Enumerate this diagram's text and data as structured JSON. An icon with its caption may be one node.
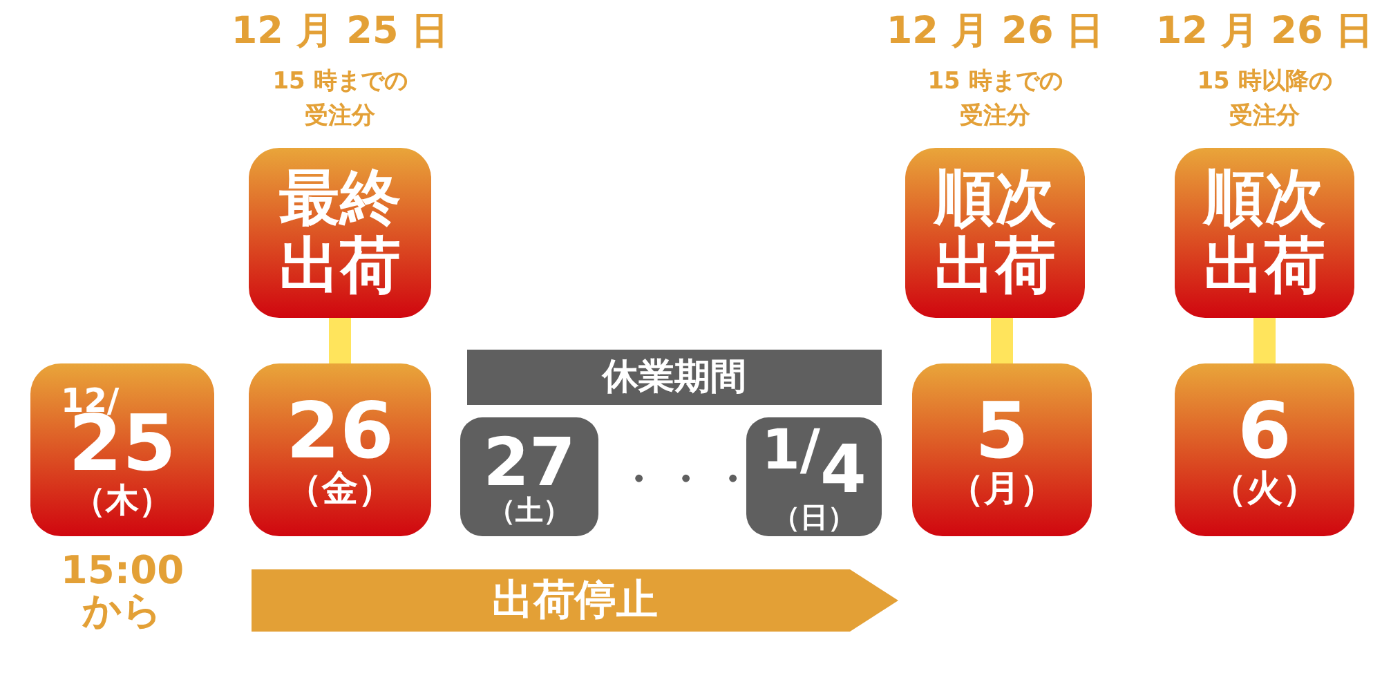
{
  "diagram": {
    "nodes": [
      {
        "text": [
          "12/",
          "25",
          "（木）"
        ],
        "beside": [
          "15:00 から"
        ]
      },
      {
        "text": [
          "最終出荷"
        ],
        "beside": [
          "12 月 25 日",
          "15 時までの受注分"
        ]
      },
      {
        "text": [
          "26",
          "（金）"
        ]
      },
      {
        "text": [
          "休業期間"
        ]
      },
      {
        "text": [
          "27",
          "（土）"
        ]
      },
      {
        "text": [
          "$^{1/}$4",
          "（日）"
        ]
      },
      {
        "text": [
          "順次出荷"
        ],
        "beside": [
          "12 月 26 日",
          "15 時までの受注分"
        ]
      },
      {
        "text": [
          "5",
          "（月）"
        ]
      },
      {
        "text": [
          "順次出荷"
        ],
        "beside": [
          "12 月 26 日",
          "15 時以降の受注分"
        ]
      },
      {
        "text": [
          "6",
          "（火）"
        ]
      },
      {
        "text": [
          "出荷停止"
        ]
      }
    ],
    "edges": [
      {
        "from": 1,
        "to": 2,
        "arrow": "none"
      },
      {
        "from": 6,
        "to": 7,
        "arrow": "none"
      },
      {
        "from": 8,
        "to": 9,
        "arrow": "none"
      }
    ],
    "labels": [
      "・・・"
    ]
  }
}
